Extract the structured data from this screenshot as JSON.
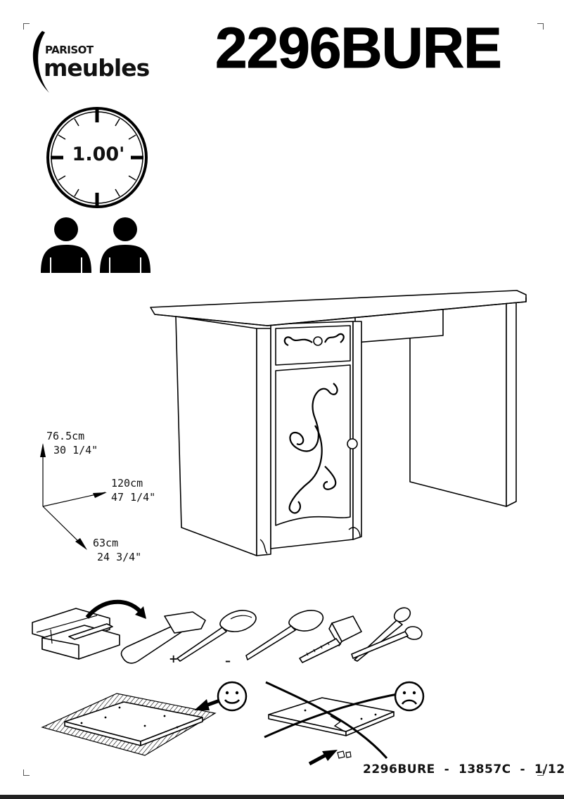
{
  "brand": {
    "line1": "PARISOT",
    "line2": "meubles"
  },
  "model": {
    "title": "2296BURE"
  },
  "assembly": {
    "time": "1.00'",
    "persons_icon": "two-persons-icon",
    "clock_icon": "clock-icon"
  },
  "dimensions": {
    "height_cm": "76.5cm",
    "height_in": "30 1/4\"",
    "width_cm": "120cm",
    "width_in": "47 1/4\"",
    "depth_cm": "63cm",
    "depth_in": "24 3/4\""
  },
  "tools": {
    "items": [
      "toolbox-icon",
      "hammer-icon",
      "phillips-screwdriver-icon",
      "flat-screwdriver-icon",
      "tape-measure-icon",
      "scissors-icon"
    ],
    "plus_sign": "+",
    "minus_sign": "–"
  },
  "guidance": {
    "good_icon": "happy-face-icon",
    "bad_icon": "sad-face-icon"
  },
  "footer": {
    "code": "2296BURE  -  13857C  -  1/12"
  }
}
